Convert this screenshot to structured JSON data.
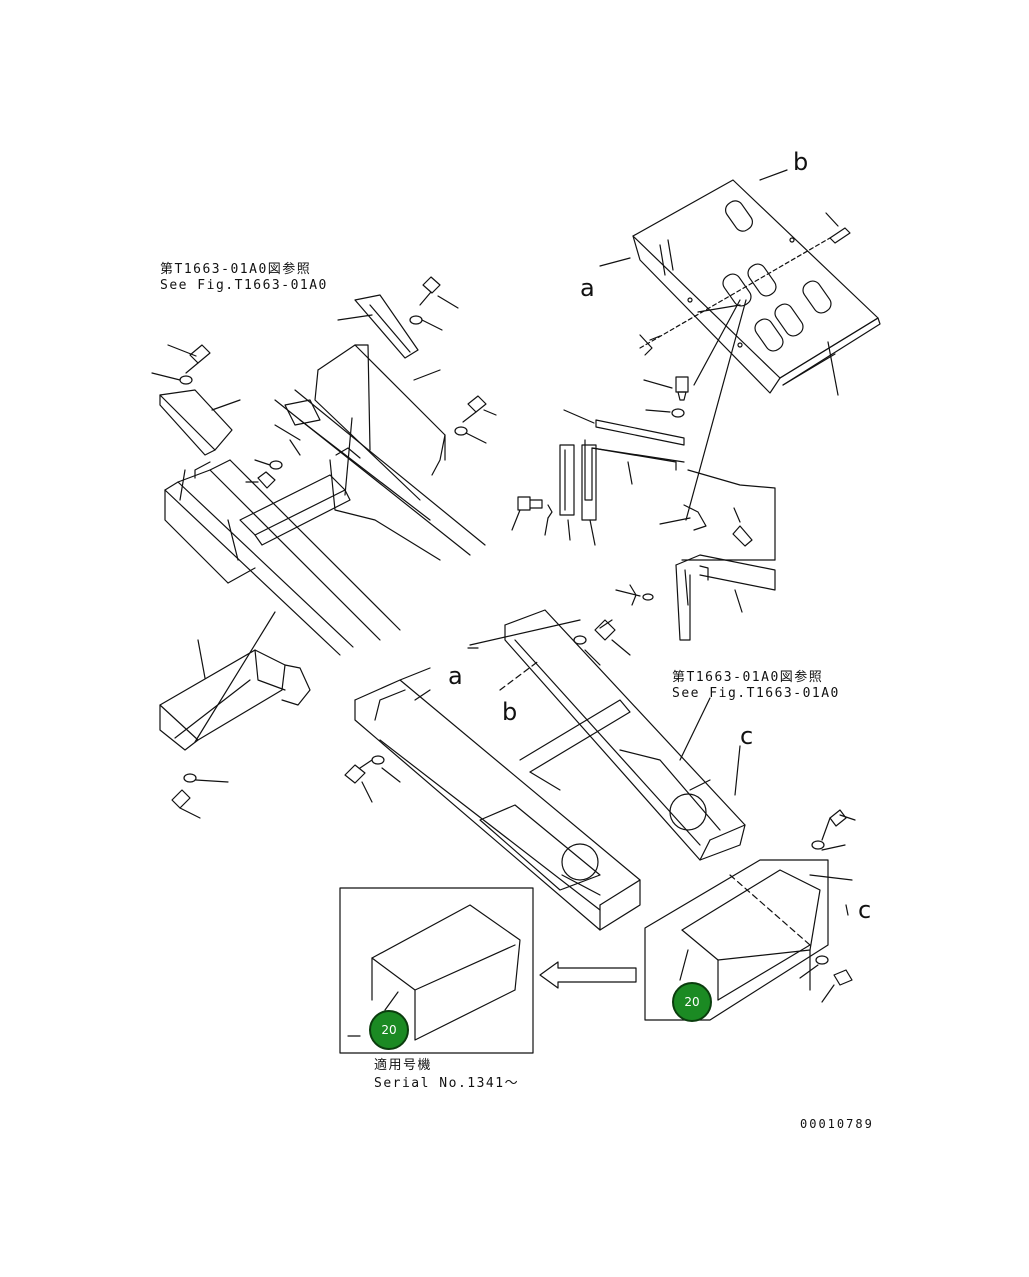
{
  "references": {
    "top_left": {
      "jp": "第T1663-01A0図参照",
      "en": "See Fig.T1663-01A0"
    },
    "middle_right": {
      "jp": "第T1663-01A0図参照",
      "en": "See Fig.T1663-01A0"
    }
  },
  "view_markers": {
    "a_top": "a",
    "b_top": "b",
    "a_mid": "a",
    "b_mid": "b",
    "c_mid": "c",
    "c_right": "c"
  },
  "callouts": [
    {
      "id": "main",
      "number": "20",
      "color": "#1b8a23"
    },
    {
      "id": "inset",
      "number": "20",
      "color": "#1b8a23"
    }
  ],
  "inset": {
    "applicability_jp": "適用号機",
    "serial": "Serial No.1341～"
  },
  "drawing_number": "00010789"
}
